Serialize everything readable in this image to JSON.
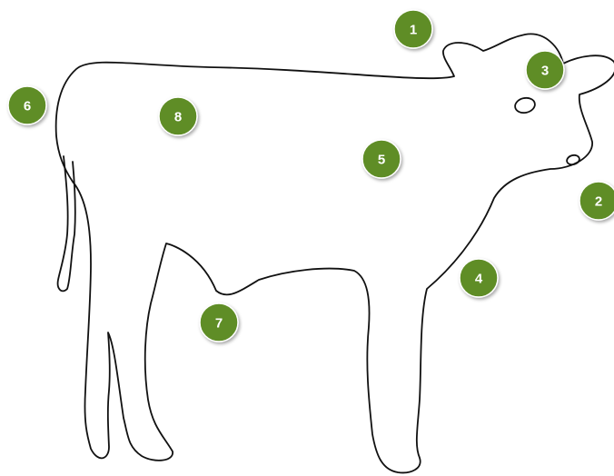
{
  "colors": {
    "marker_fill": "#5e8d26",
    "marker_stroke": "#ffffff",
    "marker_text": "#ffffff",
    "outline": "#111111",
    "background": "#ffffff"
  },
  "markers": [
    {
      "id": "marker-1",
      "label": "1"
    },
    {
      "id": "marker-2",
      "label": "2"
    },
    {
      "id": "marker-3",
      "label": "3"
    },
    {
      "id": "marker-4",
      "label": "4"
    },
    {
      "id": "marker-5",
      "label": "5"
    },
    {
      "id": "marker-6",
      "label": "6"
    },
    {
      "id": "marker-7",
      "label": "7"
    },
    {
      "id": "marker-8",
      "label": "8"
    }
  ]
}
